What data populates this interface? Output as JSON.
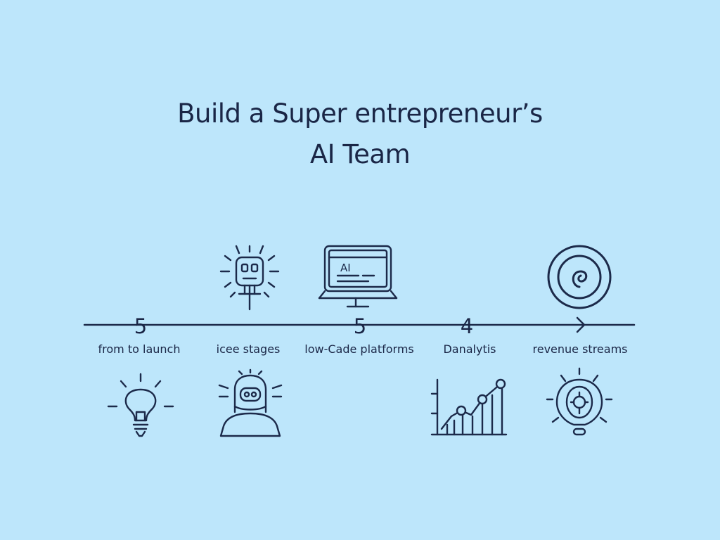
{
  "title": {
    "line1": "Build a Super entrepreneur’s",
    "line2": "AI Team"
  },
  "timeline": {
    "numbers": [
      "5",
      "5",
      "4"
    ],
    "labels": [
      "from to launch",
      "icee stages",
      "low-Cade platforms",
      "Danalytis",
      "revenue streams"
    ]
  },
  "icons": {
    "top": [
      "robot-head-icon",
      "laptop-ai-icon",
      "spiral-target-icon"
    ],
    "bottom": [
      "lightbulb-icon",
      "astronaut-robot-icon",
      "growth-chart-icon",
      "glowing-bulb-icon"
    ]
  },
  "screen_text": "AI",
  "colors": {
    "background": "#bde6fb",
    "ink": "#1c2a4a"
  }
}
